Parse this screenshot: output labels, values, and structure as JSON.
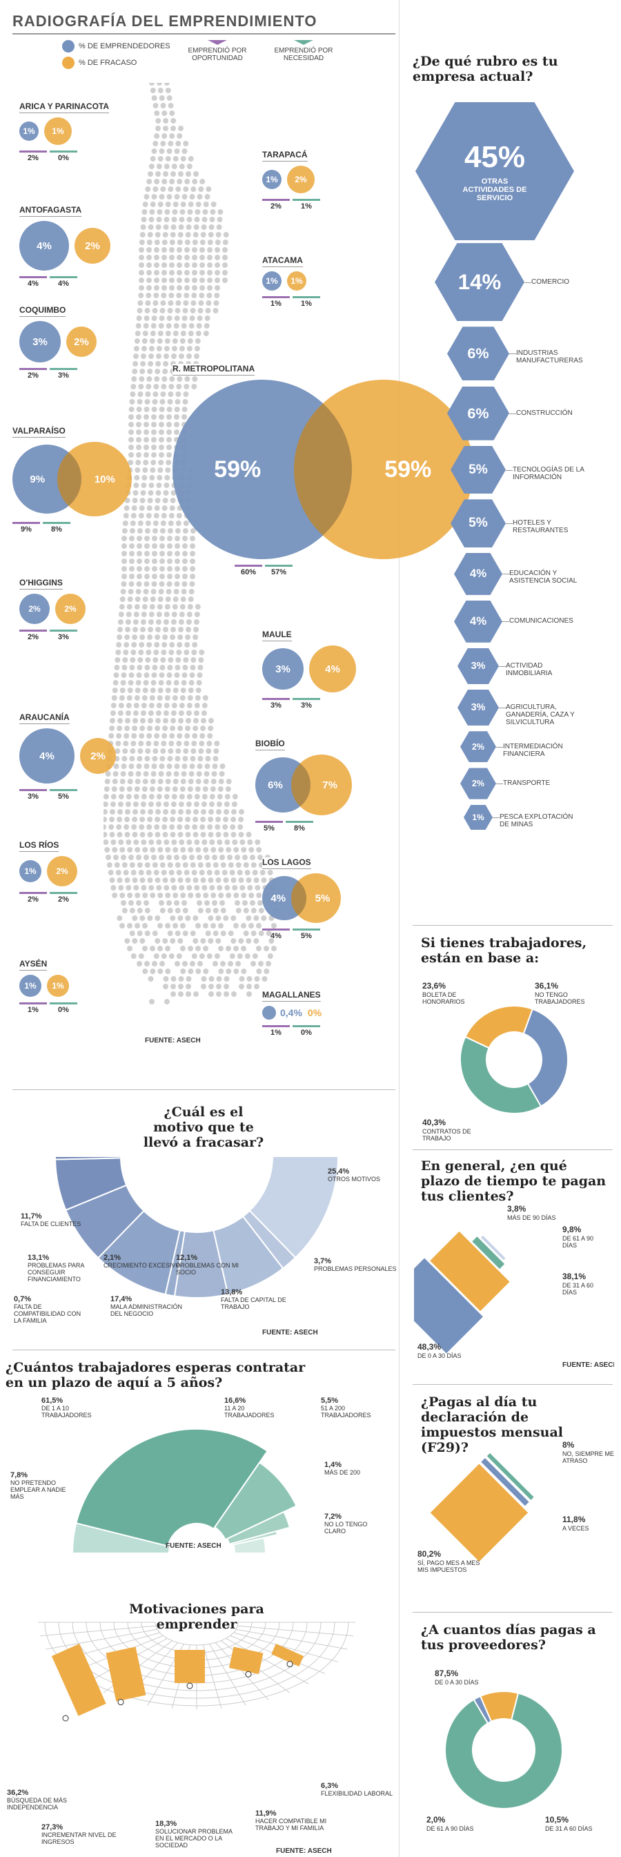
{
  "title": "RADIOGRAFÍA DEL EMPRENDIMIENTO",
  "legend": {
    "emprendedores": "% DE EMPRENDEDORES",
    "fracaso": "% DE FRACASO",
    "oportunidad": "EMPRENDIÓ POR OPORTUNIDAD",
    "necesidad": "EMPRENDIÓ POR NECESIDAD"
  },
  "colors": {
    "blue": "#7591bd",
    "orange": "#eeac46",
    "purple": "#9a6fb0",
    "teal": "#6aaf9c",
    "lightblue": "#c7d3e6"
  },
  "source": "FUENTE: ASECH",
  "regions": [
    {
      "name": "ARICA Y PARINACOTA",
      "emp": "1%",
      "fra": "1%",
      "opo": "2%",
      "nec": "0%"
    },
    {
      "name": "TARAPACÁ",
      "emp": "1%",
      "fra": "2%",
      "opo": "2%",
      "nec": "1%"
    },
    {
      "name": "ANTOFAGASTA",
      "emp": "4%",
      "fra": "2%",
      "opo": "4%",
      "nec": "4%"
    },
    {
      "name": "ATACAMA",
      "emp": "1%",
      "fra": "1%",
      "opo": "1%",
      "nec": "1%"
    },
    {
      "name": "COQUIMBO",
      "emp": "3%",
      "fra": "2%",
      "opo": "2%",
      "nec": "3%"
    },
    {
      "name": "R. METROPOLITANA",
      "emp": "59%",
      "fra": "59%",
      "opo": "60%",
      "nec": "57%"
    },
    {
      "name": "VALPARAÍSO",
      "emp": "9%",
      "fra": "10%",
      "opo": "9%",
      "nec": "8%"
    },
    {
      "name": "O'HIGGINS",
      "emp": "2%",
      "fra": "2%",
      "opo": "2%",
      "nec": "3%"
    },
    {
      "name": "MAULE",
      "emp": "3%",
      "fra": "4%",
      "opo": "3%",
      "nec": "3%"
    },
    {
      "name": "ARAUCANÍA",
      "emp": "4%",
      "fra": "2%",
      "opo": "3%",
      "nec": "5%"
    },
    {
      "name": "BIOBÍO",
      "emp": "6%",
      "fra": "7%",
      "opo": "5%",
      "nec": "8%"
    },
    {
      "name": "LOS RÍOS",
      "emp": "1%",
      "fra": "2%",
      "opo": "2%",
      "nec": "2%"
    },
    {
      "name": "LOS LAGOS",
      "emp": "4%",
      "fra": "5%",
      "opo": "4%",
      "nec": "5%"
    },
    {
      "name": "AYSÉN",
      "emp": "1%",
      "fra": "1%",
      "opo": "1%",
      "nec": "0%"
    },
    {
      "name": "MAGALLANES",
      "emp": "0,4%",
      "fra": "0%",
      "opo": "1%",
      "nec": "0%"
    }
  ],
  "rubro": {
    "title": "¿De qué rubro es tu empresa actual?",
    "items": [
      {
        "value": "45%",
        "label": "OTRAS ACTIVIDADES DE SERVICIO"
      },
      {
        "value": "14%",
        "label": "COMERCIO"
      },
      {
        "value": "6%",
        "label": "INDUSTRIAS MANUFACTURERAS"
      },
      {
        "value": "6%",
        "label": "CONSTRUCCIÓN"
      },
      {
        "value": "5%",
        "label": "TECNOLOGÍAS DE LA INFORMACIÓN"
      },
      {
        "value": "5%",
        "label": "HOTELES Y RESTAURANTES"
      },
      {
        "value": "4%",
        "label": "EDUCACIÓN Y ASISTENCIA SOCIAL"
      },
      {
        "value": "4%",
        "label": "COMUNICACIONES"
      },
      {
        "value": "3%",
        "label": "ACTIVIDAD INMOBILIARIA"
      },
      {
        "value": "3%",
        "label": "AGRICULTURA, GANADERÍA, CAZA Y SILVICULTURA"
      },
      {
        "value": "2%",
        "label": "INTERMEDIACIÓN FINANCIERA"
      },
      {
        "value": "2%",
        "label": "TRANSPORTE"
      },
      {
        "value": "1%",
        "label": "PESCA EXPLOTACIÓN DE MINAS"
      }
    ]
  },
  "chart_data": [
    {
      "type": "pie",
      "title": "Si tienes trabajadores, están en base a:",
      "categories": [
        "NO TENGO TRABAJADORES",
        "CONTRATOS DE TRABAJO",
        "BOLETA DE HONORARIOS"
      ],
      "values": [
        36.1,
        40.3,
        23.6
      ],
      "labels": [
        "36,1%",
        "40,3%",
        "23,6%"
      ]
    },
    {
      "type": "pie",
      "title": "¿Cuál es el motivo que te llevó a fracasar?",
      "categories": [
        "OTROS MOTIVOS",
        "PROBLEMAS PERSONALES",
        "FALTA DE CAPITAL DE TRABAJO",
        "PROBLEMAS CON MI SOCIO",
        "CRECIMIENTO EXCESIVO",
        "MALA ADMINISTRACIÓN DEL NEGOCIO",
        "PROBLEMAS PARA CONSEGUIR FINANCIAMIENTO",
        "FALTA DE CLIENTES",
        "FALTA DE COMPATIBILIDAD CON LA FAMILIA"
      ],
      "values": [
        25.4,
        3.7,
        13.8,
        12.1,
        2.1,
        17.4,
        13.1,
        11.7,
        0.7
      ],
      "labels": [
        "25,4%",
        "3,7%",
        "13,8%",
        "12,1%",
        "2,1%",
        "17,4%",
        "13,1%",
        "11,7%",
        "0,7%"
      ]
    },
    {
      "type": "pie",
      "title": "En general, ¿en qué plazo de tiempo te pagan tus clientes?",
      "categories": [
        "MÁS DE 90 DÍAS",
        "DE 61 A 90 DÍAS",
        "DE 31 A 60 DÍAS",
        "DE 0 A 30 DÍAS"
      ],
      "values": [
        3.8,
        9.8,
        38.1,
        48.3
      ],
      "labels": [
        "3,8%",
        "9,8%",
        "38,1%",
        "48,3%"
      ]
    },
    {
      "type": "pie",
      "title": "¿Cuántos trabajadores esperas contratar en un plazo de aquí a 5 años?",
      "categories": [
        "NO PRETENDO EMPLEAR A NADIE MÁS",
        "DE 1 A 10 TRABAJADORES",
        "11 A 20 TRABAJADORES",
        "51 A 200 TRABAJADORES",
        "MÁS DE 200",
        "NO LO TENGO CLARO"
      ],
      "values": [
        7.8,
        61.5,
        16.6,
        5.5,
        1.4,
        7.2
      ],
      "labels": [
        "7,8%",
        "61,5%",
        "16,6%",
        "5,5%",
        "1,4%",
        "7,2%"
      ]
    },
    {
      "type": "pie",
      "title": "¿Pagas al día tu declaración de impuestos mensual (F29)?",
      "categories": [
        "NO, SIEMPRE ME ATRASO",
        "A VECES",
        "SÍ, PAGO MES A MES MIS IMPUESTOS"
      ],
      "values": [
        8,
        11.8,
        80.2
      ],
      "labels": [
        "8%",
        "11,8%",
        "80,2%"
      ]
    },
    {
      "type": "bar",
      "title": "Motivaciones para emprender",
      "categories": [
        "BÚSQUEDA DE MÁS INDEPENDENCIA",
        "INCREMENTAR NIVEL DE INGRESOS",
        "SOLUCIONAR PROBLEMA EN EL MERCADO O LA SOCIEDAD",
        "HACER COMPATIBLE MI TRABAJO Y MI FAMILIA",
        "FLEXIBILIDAD LABORAL"
      ],
      "values": [
        36.2,
        27.3,
        18.3,
        11.9,
        6.3
      ],
      "labels": [
        "36,2%",
        "27,3%",
        "18,3%",
        "11,9%",
        "6,3%"
      ]
    },
    {
      "type": "pie",
      "title": "¿A cuantos días pagas a tus proveedores?",
      "categories": [
        "DE 0 A 30 DÍAS",
        "DE 61 A 90 DÍAS",
        "DE 31 A 60 DÍAS"
      ],
      "values": [
        87.5,
        2.0,
        10.5
      ],
      "labels": [
        "87,5%",
        "2,0%",
        "10,5%"
      ]
    }
  ]
}
